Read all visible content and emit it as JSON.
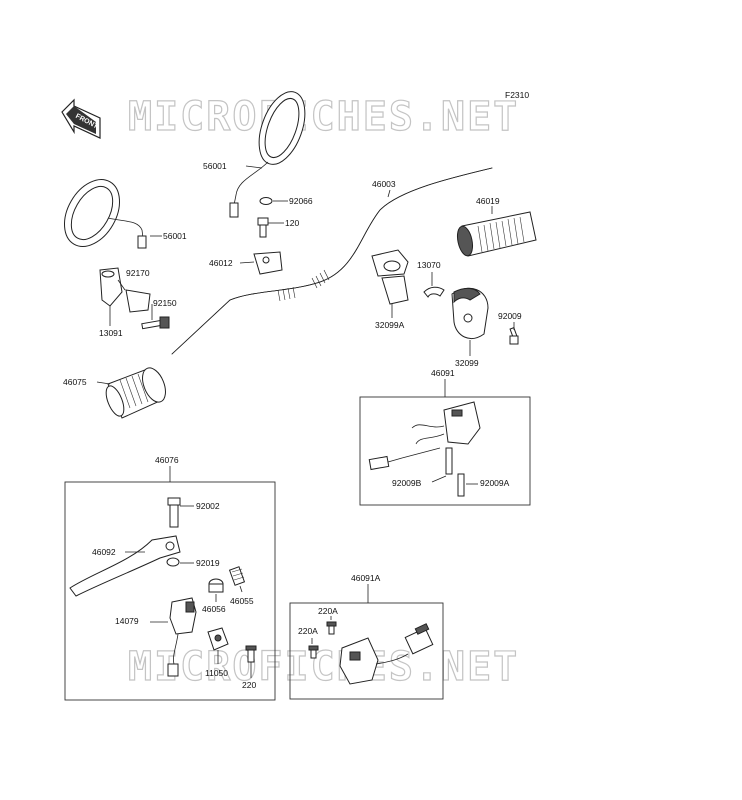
{
  "diagram_code": "F2310",
  "front_label": "FRONT",
  "watermark": "MICROFICHES.NET",
  "labels": {
    "p56001a": "56001",
    "p56001b": "56001",
    "p92066": "92066",
    "p120": "120",
    "p46012": "46012",
    "p46003": "46003",
    "p46019": "46019",
    "p13070": "13070",
    "p92170": "92170",
    "p92150": "92150",
    "p13091": "13091",
    "p32099A": "32099A",
    "p92009": "92009",
    "p32099": "32099",
    "p46075": "46075",
    "p46091": "46091",
    "p92009B": "92009B",
    "p92009A": "92009A",
    "p46076": "46076",
    "p92002": "92002",
    "p46092": "46092",
    "p92019": "92019",
    "p46055": "46055",
    "p46056": "46056",
    "p14079": "14079",
    "p11050": "11050",
    "p220": "220",
    "p46091A": "46091A",
    "p220Aa": "220A",
    "p220Ab": "220A"
  }
}
